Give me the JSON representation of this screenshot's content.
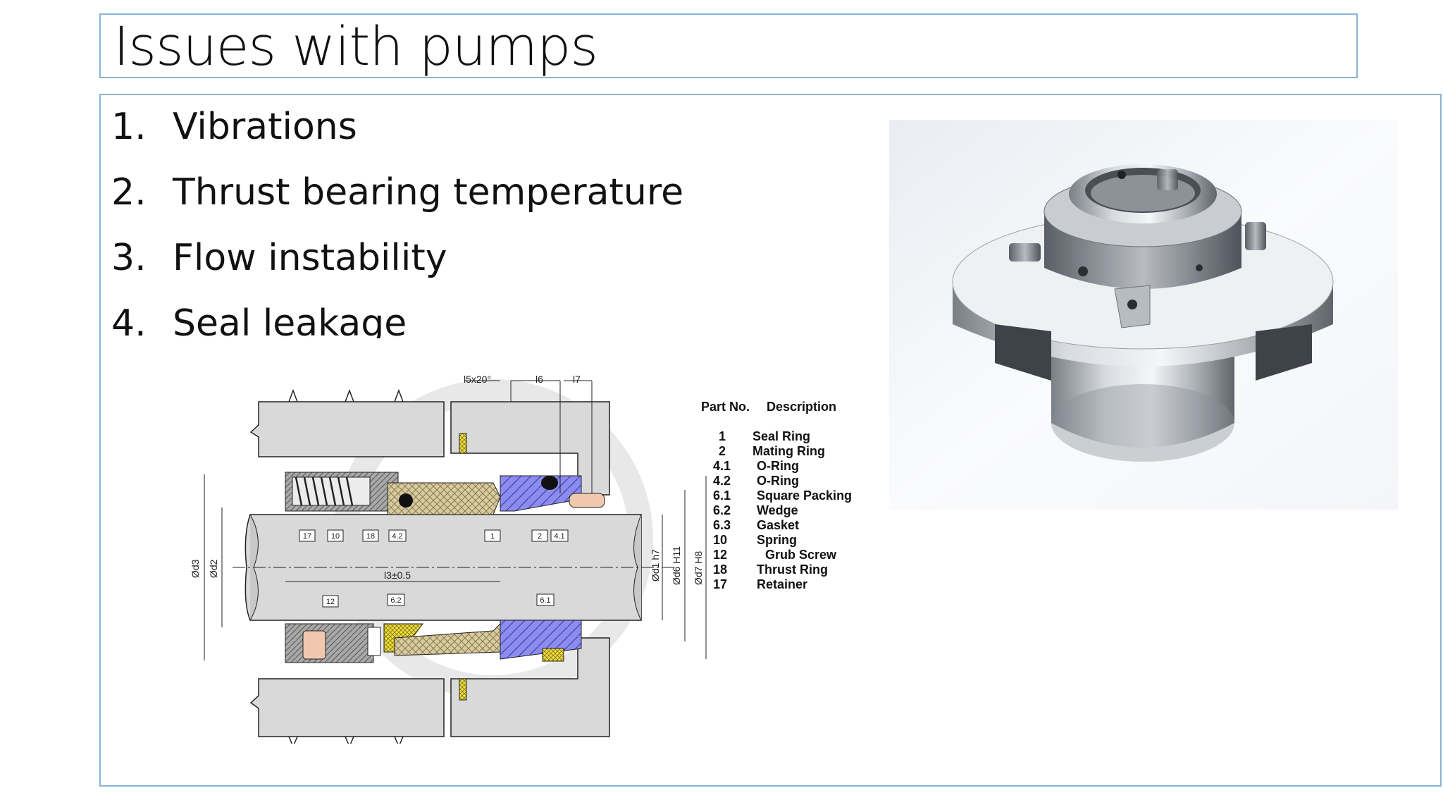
{
  "slide": {
    "title": "Issues with pumps",
    "items": [
      {
        "num": "1.",
        "text": "Vibrations"
      },
      {
        "num": "2.",
        "text": "Thrust bearing temperature"
      },
      {
        "num": "3.",
        "text": "Flow instability"
      },
      {
        "num": "4.",
        "text": "Seal leakage"
      }
    ]
  },
  "diagram": {
    "legend_header_part": "Part No.",
    "legend_header_desc": "Description",
    "legend": [
      {
        "no": "1",
        "desc": "Seal Ring"
      },
      {
        "no": "2",
        "desc": "Mating Ring"
      },
      {
        "no": "4.1",
        "desc": "O-Ring"
      },
      {
        "no": "4.2",
        "desc": "O-Ring"
      },
      {
        "no": "6.1",
        "desc": "Square Packing"
      },
      {
        "no": "6.2",
        "desc": "Wedge"
      },
      {
        "no": "6.3",
        "desc": "Gasket"
      },
      {
        "no": "10",
        "desc": "Spring"
      },
      {
        "no": "12",
        "desc": "Grub Screw"
      },
      {
        "no": "18",
        "desc": "Thrust Ring"
      },
      {
        "no": "17",
        "desc": "Retainer"
      }
    ],
    "dims": {
      "l5": "l5x20°",
      "l6": "l6",
      "l7": "l7",
      "l3": "l3±0.5",
      "d3": "Ød3",
      "d2": "Ød2",
      "d1": "Ød1 h7",
      "d6": "Ød6 H11",
      "d7": "Ød7 H8"
    },
    "part_tags_top": [
      "17",
      "10",
      "18",
      "4.2",
      "1",
      "2",
      "4.1"
    ],
    "part_tags_bottom": [
      "12",
      "6.2",
      "6.1"
    ]
  },
  "colors": {
    "frame": "#8ab4d4",
    "housing": "#d9d9d9",
    "seal_blue": "#8c8cf0",
    "hatch_tan": "#d8cba0",
    "gasket_yellow": "#f0e040",
    "packing_pink": "#f0c8b0"
  }
}
